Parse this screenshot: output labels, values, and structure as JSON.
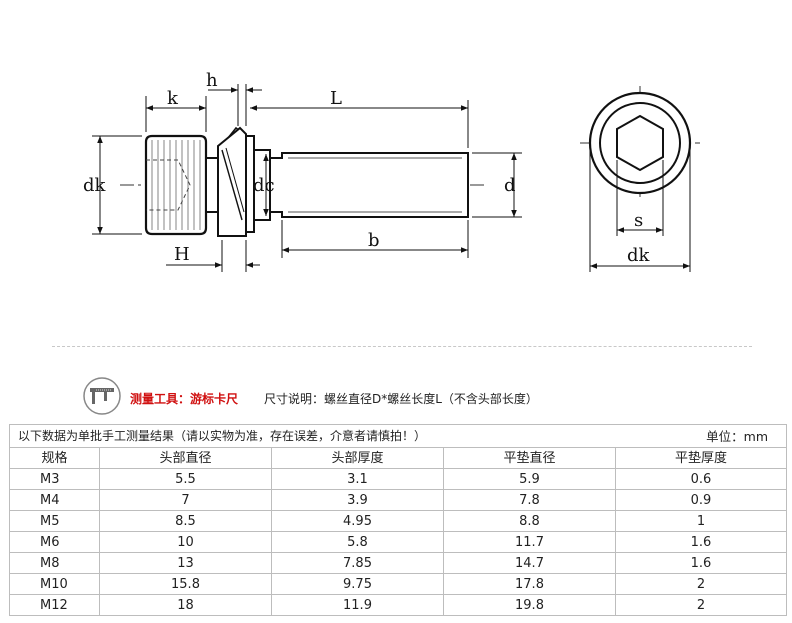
{
  "diagram": {
    "labels": {
      "k": "k",
      "h": "h",
      "L": "L",
      "dk": "dk",
      "dc": "dc",
      "d": "d",
      "b": "b",
      "H": "H",
      "s": "s",
      "dk_end": "dk"
    }
  },
  "tool": {
    "label": "测量工具：游标卡尺",
    "note": "尺寸说明：螺丝直径D*螺丝长度L（不含头部长度）"
  },
  "table": {
    "note": "以下数据为单批手工测量结果（请以实物为准，存在误差，介意者请慎拍！）",
    "unit": "单位：mm",
    "headers": [
      "规格",
      "头部直径",
      "头部厚度",
      "平垫直径",
      "平垫厚度"
    ],
    "rows": [
      [
        "M3",
        "5.5",
        "3.1",
        "5.9",
        "0.6"
      ],
      [
        "M4",
        "7",
        "3.9",
        "7.8",
        "0.9"
      ],
      [
        "M5",
        "8.5",
        "4.95",
        "8.8",
        "1"
      ],
      [
        "M6",
        "10",
        "5.8",
        "11.7",
        "1.6"
      ],
      [
        "M8",
        "13",
        "7.85",
        "14.7",
        "1.6"
      ],
      [
        "M10",
        "15.8",
        "9.75",
        "17.8",
        "2"
      ],
      [
        "M12",
        "18",
        "11.9",
        "19.8",
        "2"
      ]
    ]
  }
}
